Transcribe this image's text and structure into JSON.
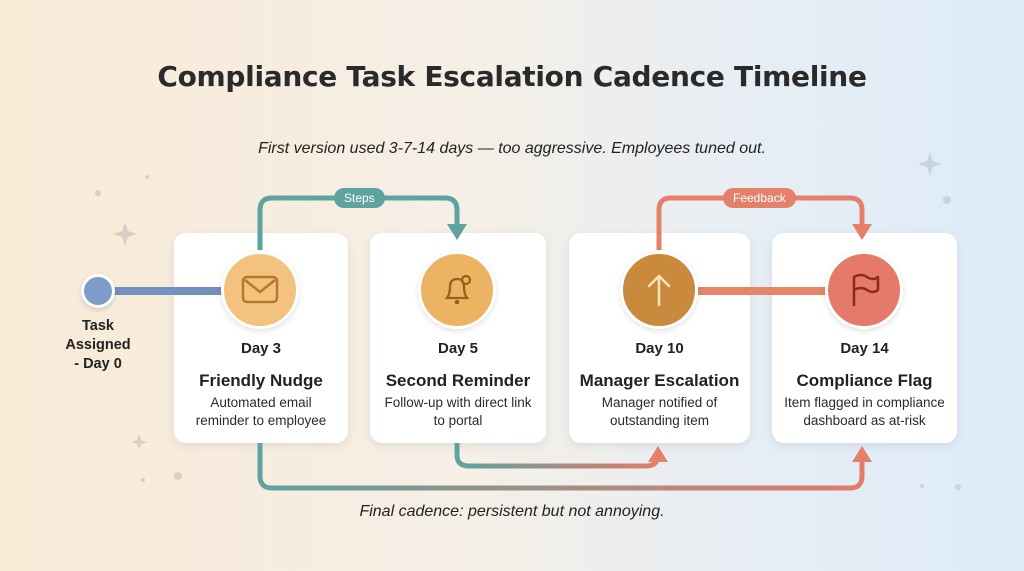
{
  "title": "Compliance Task Escalation Cadence Timeline",
  "subtitle": "First version used 3-7-14 days — too aggressive. Employees tuned out.",
  "footer": "Final cadence: persistent but not annoying.",
  "start": {
    "label": "Task Assigned - Day 0",
    "color": "#7f9bc7"
  },
  "connectors": {
    "steps": "Steps",
    "feedback": "Feedback"
  },
  "stages": [
    {
      "day": "Day 3",
      "title": "Friendly Nudge",
      "desc": "Automated email reminder to employee",
      "icon": "envelope-icon",
      "color": "#f3c27e"
    },
    {
      "day": "Day 5",
      "title": "Second Reminder",
      "desc": "Follow-up with direct link to portal",
      "icon": "bell-icon",
      "color": "#ecb462"
    },
    {
      "day": "Day 10",
      "title": "Manager Escalation",
      "desc": "Manager notified of outstanding item",
      "icon": "arrow-up-icon",
      "color": "#c98a3e"
    },
    {
      "day": "Day 14",
      "title": "Compliance Flag",
      "desc": "Item flagged in compliance dashboard as at-risk",
      "icon": "flag-icon",
      "color": "#e57a68"
    }
  ]
}
